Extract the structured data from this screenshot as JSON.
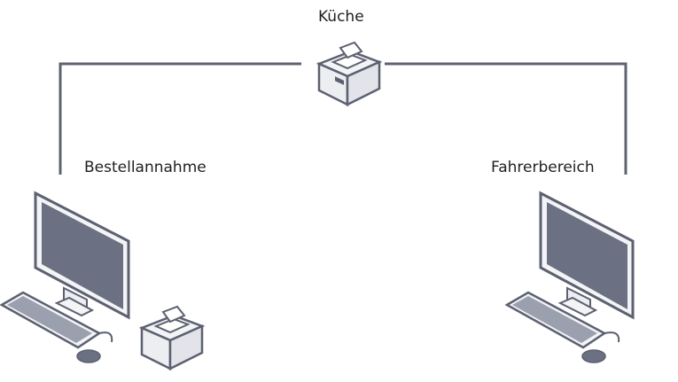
{
  "nodes": {
    "kitchen": {
      "label": "Küche"
    },
    "order_desk": {
      "label": "Bestellannahme"
    },
    "driver_area": {
      "label": "Fahrerbereich"
    }
  },
  "colors": {
    "line": "#5f6370",
    "screen": "#6b7082",
    "device_outline": "#5c6070",
    "device_fill": "#f3f4f6"
  },
  "icons": [
    "printer-icon",
    "computer-icon",
    "keyboard-icon",
    "mouse-icon"
  ]
}
